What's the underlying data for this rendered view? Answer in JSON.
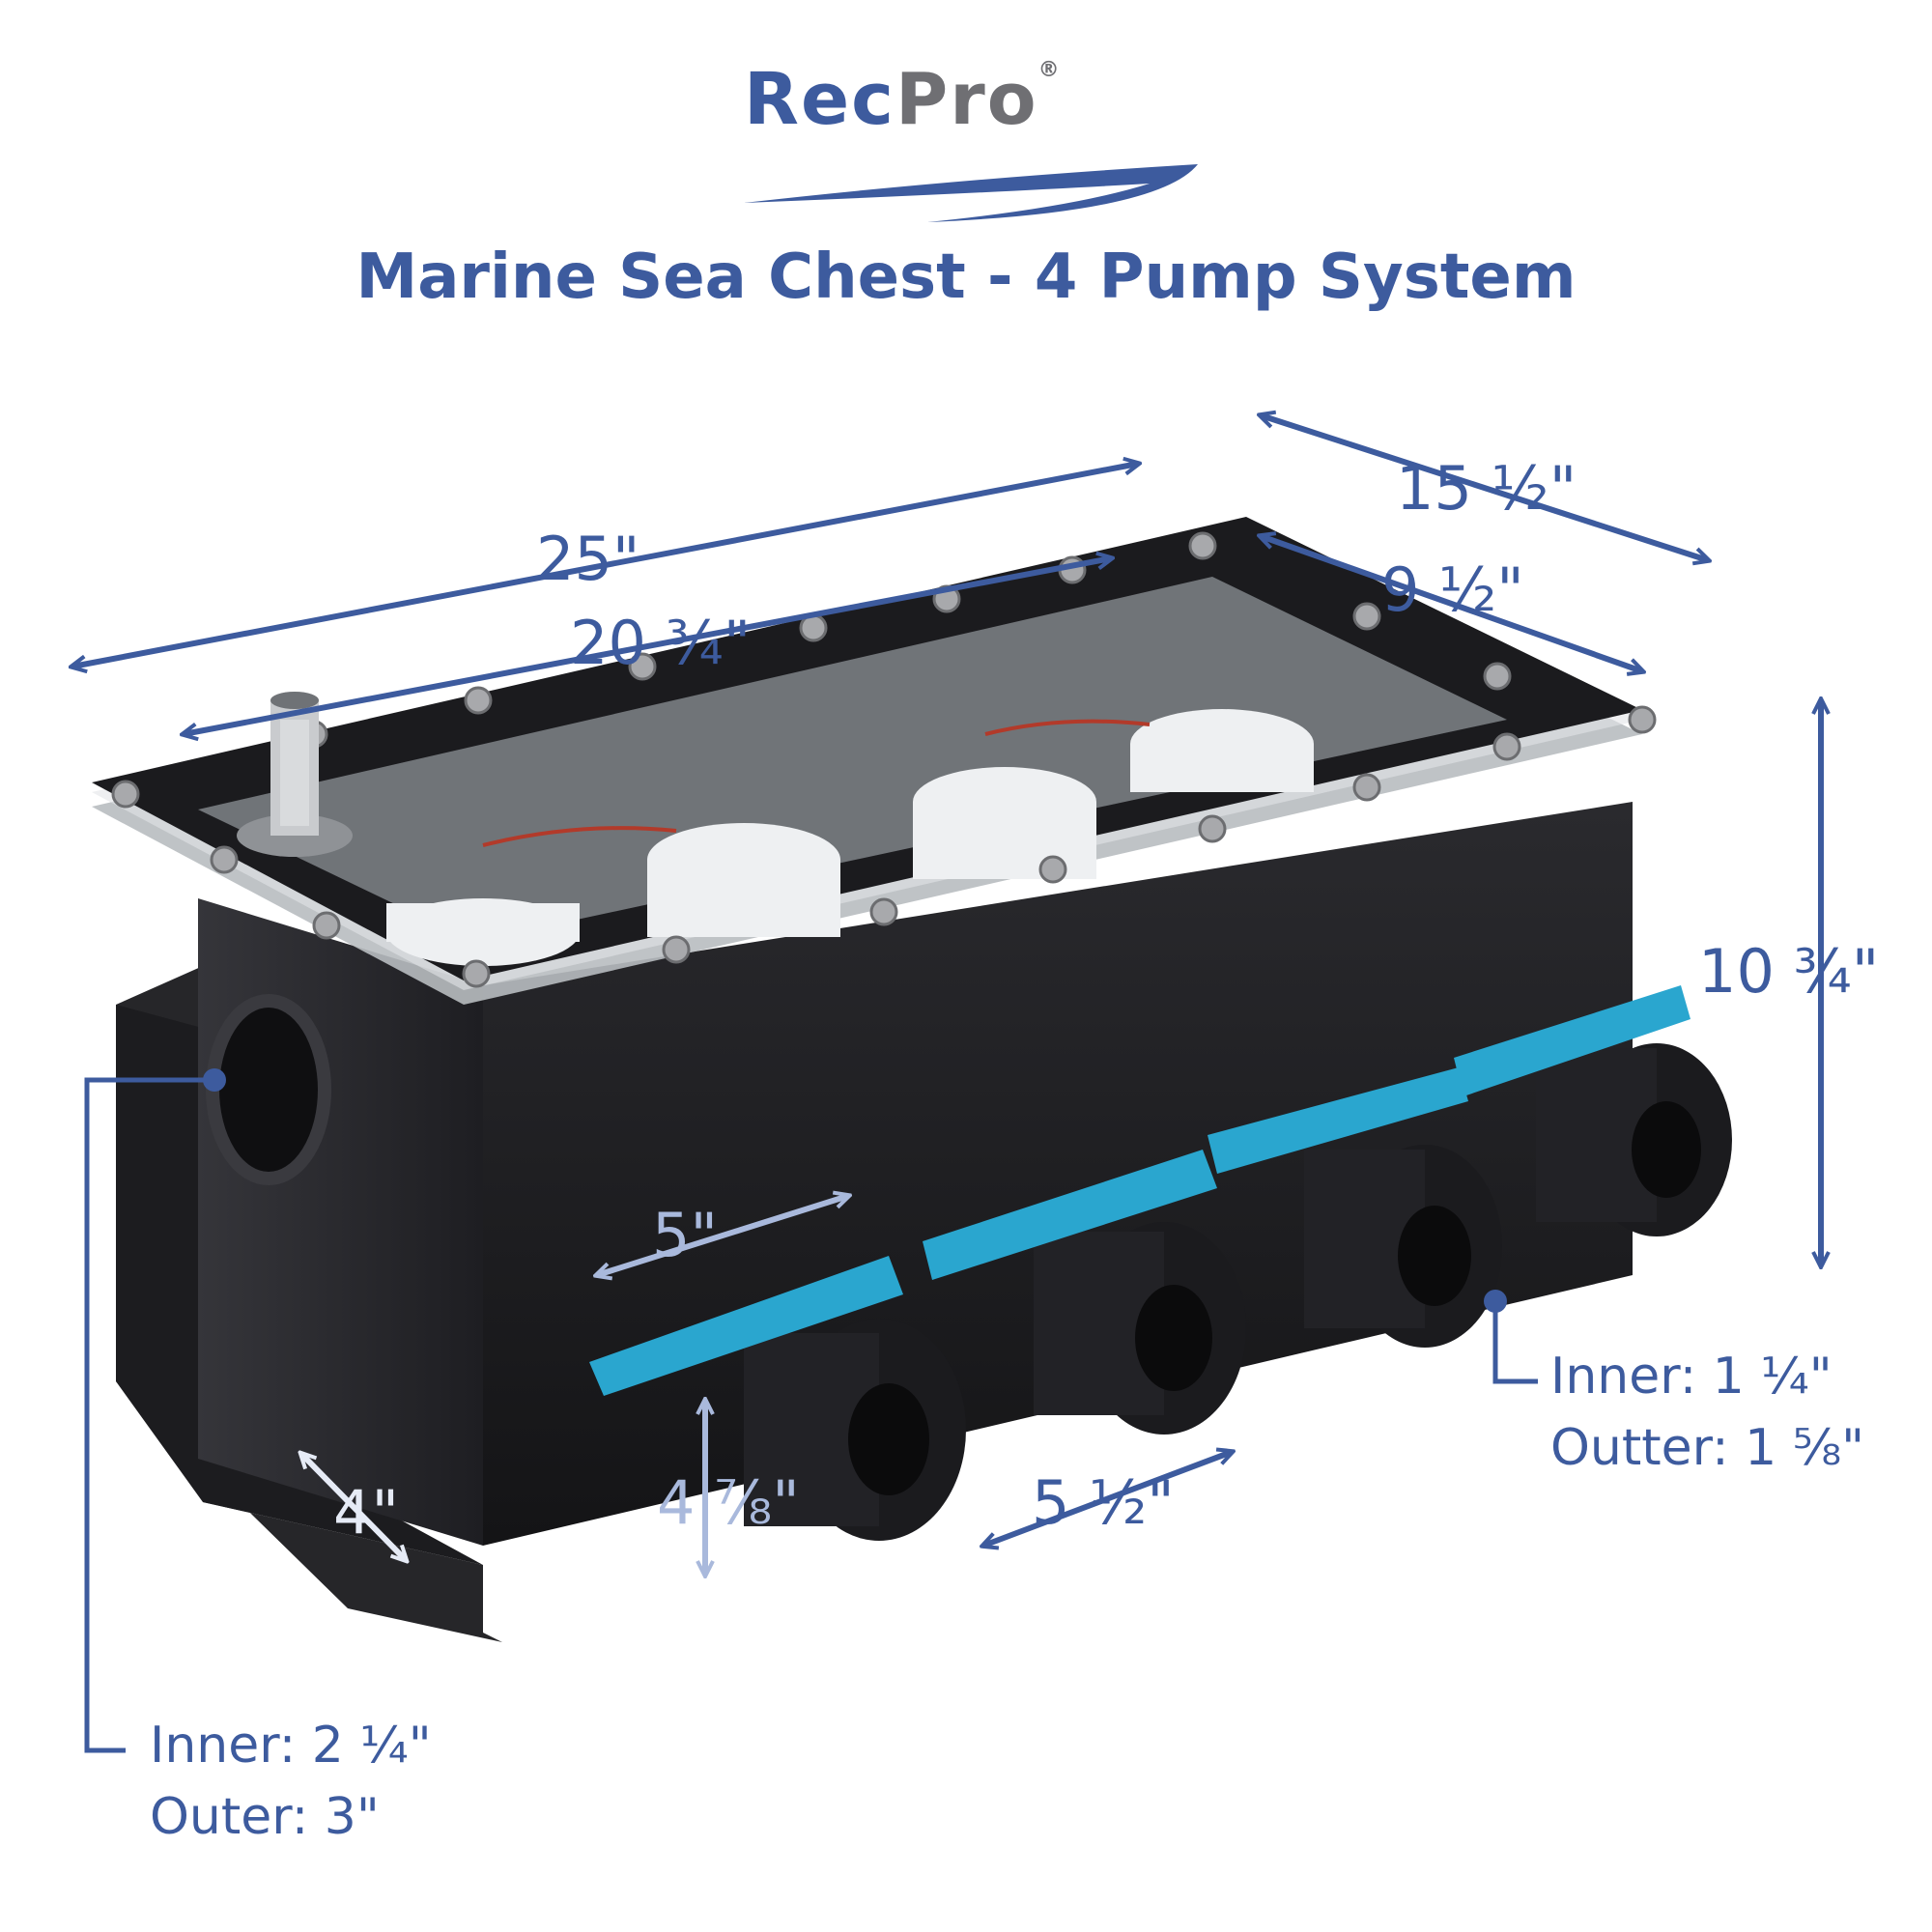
{
  "brand": {
    "logo_rec": "Rec",
    "logo_pro": "Pro",
    "registered": "®"
  },
  "title": "Marine Sea Chest - 4 Pump System",
  "dimensions": {
    "overall_length": "25\"",
    "inner_length": "20 ¾\"",
    "overall_width": "15 ½\"",
    "inner_width": "9 ½\"",
    "height": "10 ¾\"",
    "valve_spacing": "5\"",
    "valve_offset": "5 ½\"",
    "valve_height": "4 ⅞\"",
    "flange_width": "4\""
  },
  "notes": {
    "side_port_inner": "Inner: 2 ¼\"",
    "side_port_outer": "Outer: 3\"",
    "valve_port_inner": "Inner: 1 ¼\"",
    "valve_port_outer": "Outter: 1 ⅝\""
  },
  "colors": {
    "brand_blue": "#3d5b9e",
    "brand_gray": "#6f6f73",
    "valve_handle": "#2aa6cf",
    "chest_body": "#1d1d20"
  }
}
